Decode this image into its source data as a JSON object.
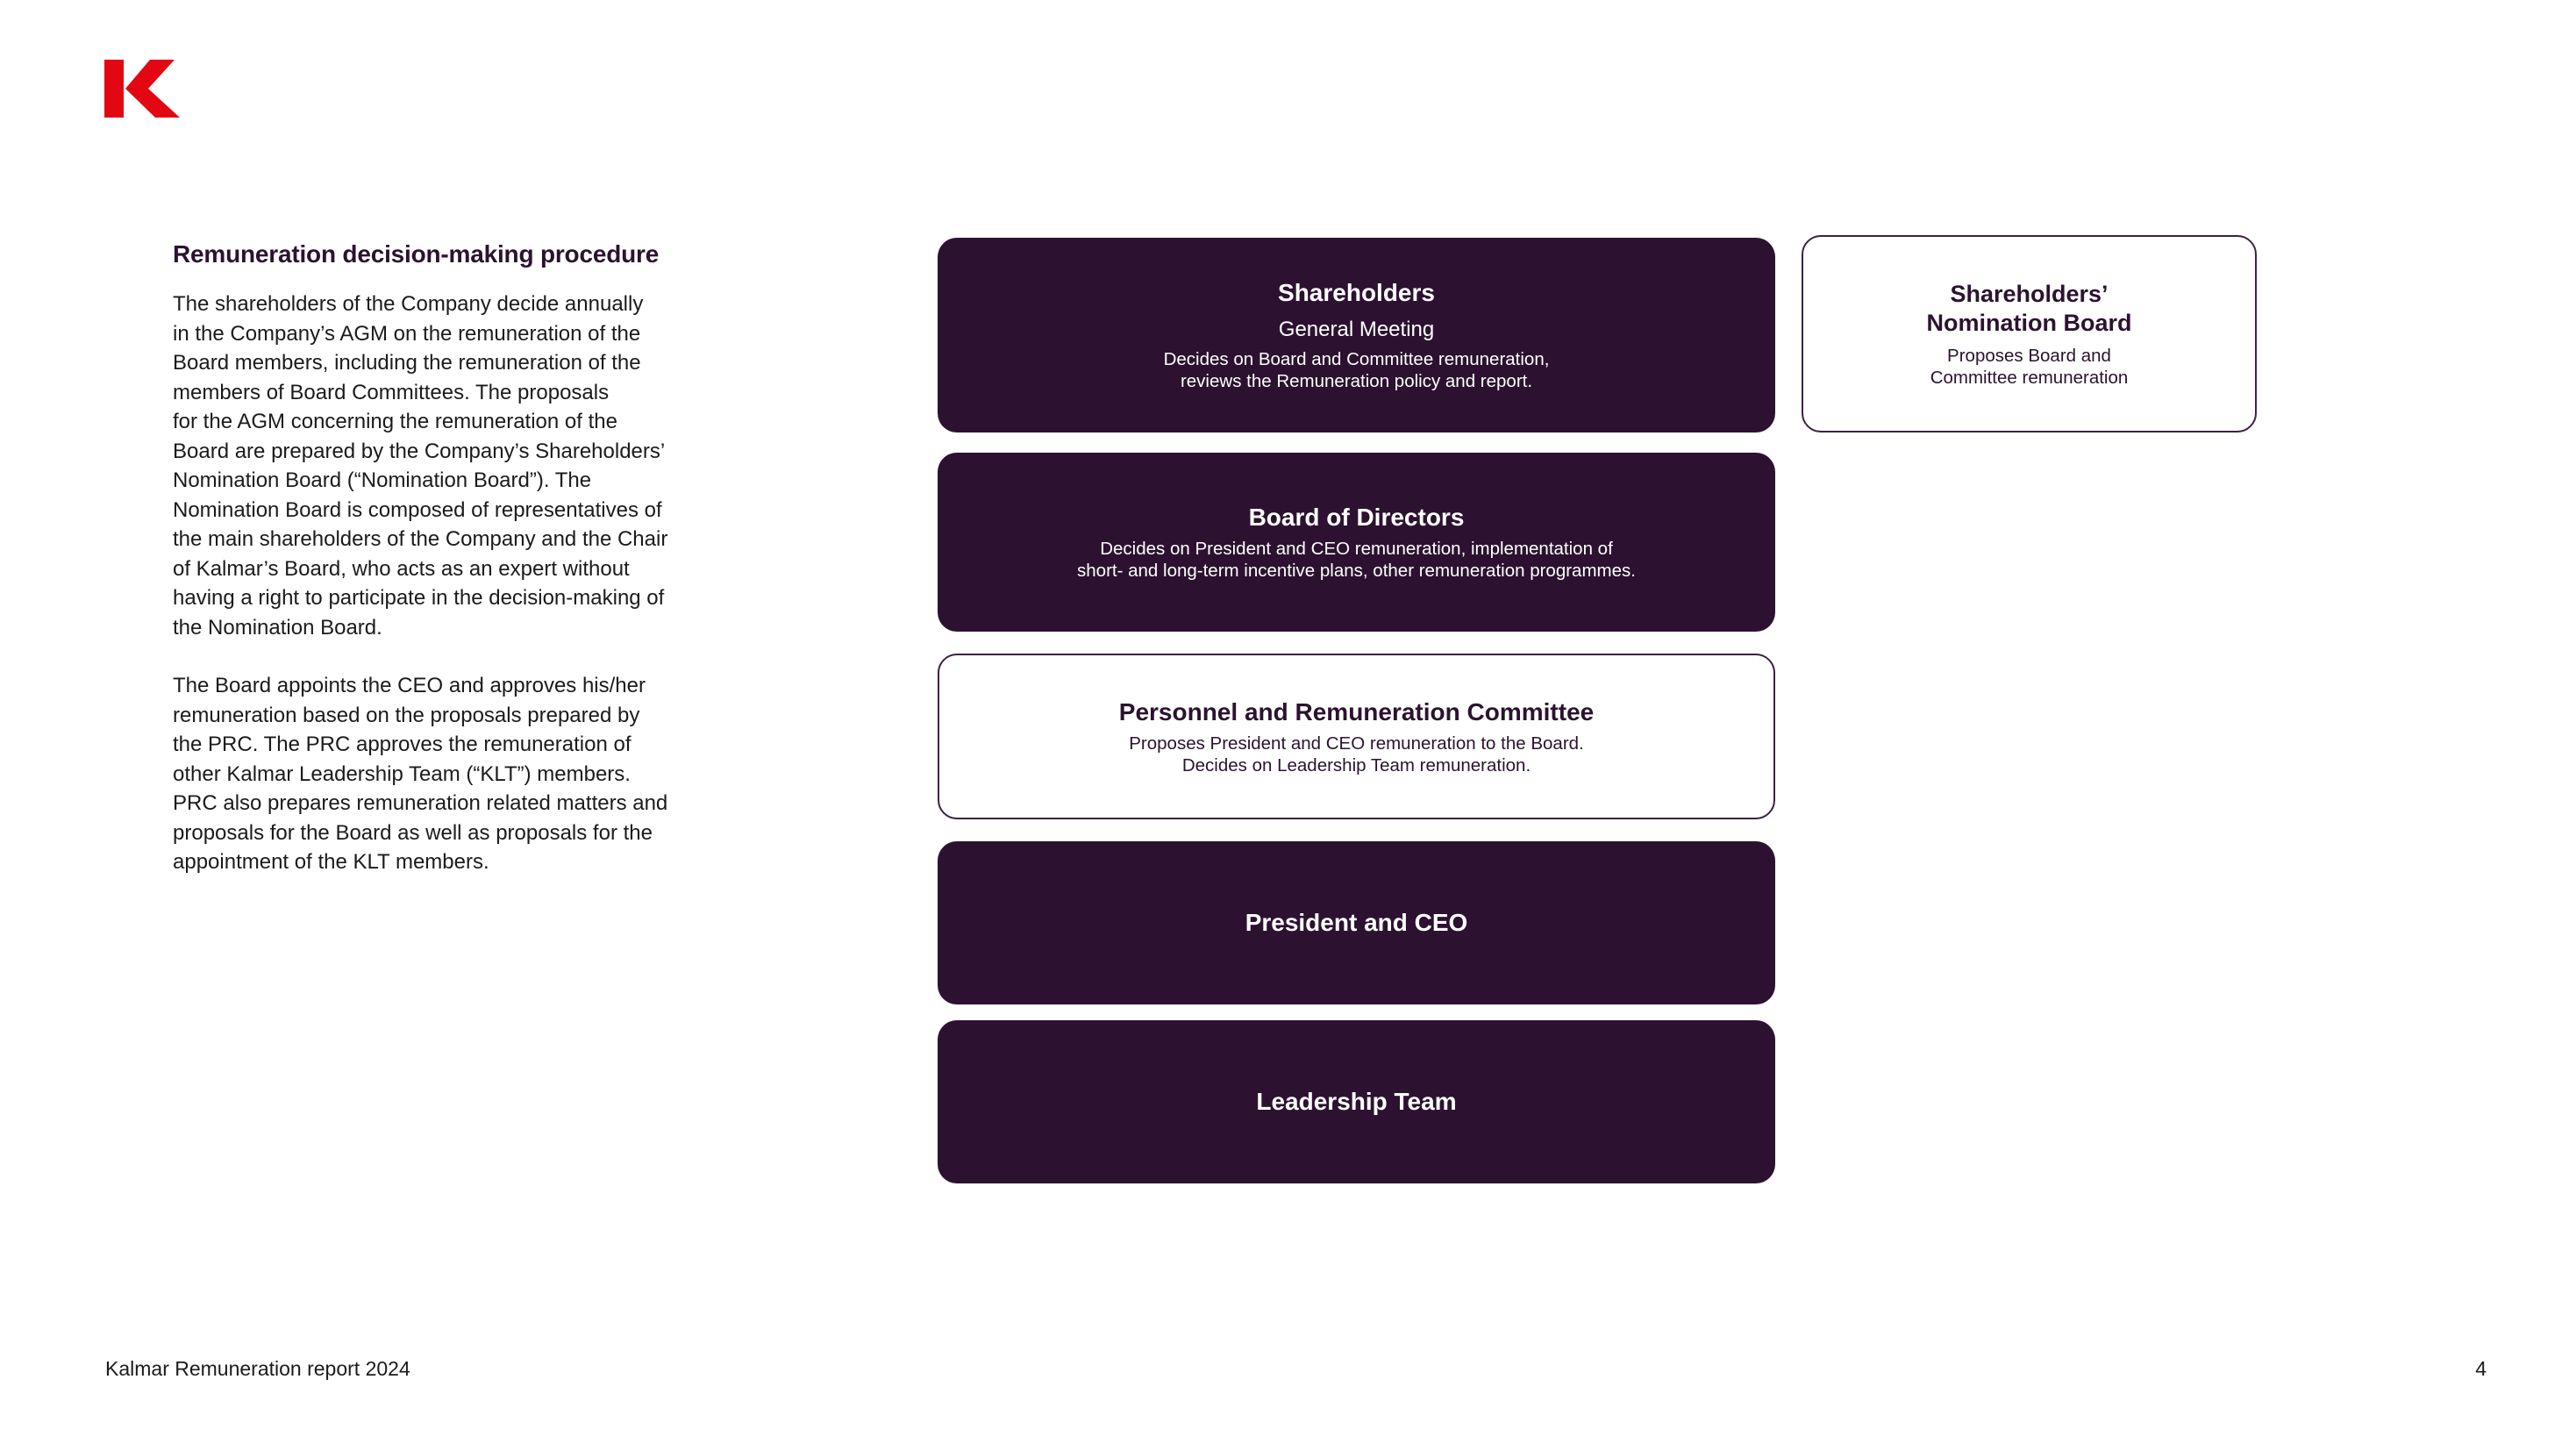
{
  "brand": {
    "logo_icon": "kalmar-k-logo",
    "logo_color": "#e30613",
    "dark_color": "#2c1230"
  },
  "intro": {
    "heading": "Remuneration decision-making procedure",
    "paragraph1": "The shareholders of the Company decide annually\nin the Company’s AGM on the remuneration of the\nBoard members, including the remuneration of the\nmembers of Board Committees. The proposals\nfor the AGM concerning the remuneration of the\nBoard are prepared by the Company’s Shareholders’\nNomination Board (“Nomination Board”). The\nNomination Board is composed of representatives of\nthe main shareholders of the Company and the Chair\nof Kalmar’s Board, who acts as an expert without\nhaving a right to participate in the decision-making of\nthe Nomination Board.",
    "paragraph2": "The Board appoints the CEO and approves his/her\nremuneration based on the proposals prepared by\nthe PRC. The PRC approves the remuneration of\nother Kalmar Leadership Team (“KLT”) members.\nPRC also prepares remuneration related matters and\nproposals for the Board as well as proposals for the\nappointment of the KLT members."
  },
  "diagram": {
    "shareholders": {
      "title": "Shareholders",
      "subtitle": "General Meeting",
      "description": "Decides on Board and Committee remuneration,\nreviews the Remuneration policy and report."
    },
    "nomination_board": {
      "title": "Shareholders’\nNomination Board",
      "description": "Proposes Board and\nCommittee remuneration"
    },
    "board_of_directors": {
      "title": "Board of Directors",
      "description": "Decides on President and CEO remuneration, implementation of\nshort- and long-term incentive plans, other remuneration programmes."
    },
    "prc": {
      "title": "Personnel and Remuneration Committee",
      "description": "Proposes President and CEO remuneration to the Board.\nDecides on Leadership Team remuneration."
    },
    "ceo": {
      "title": "President and CEO"
    },
    "leadership_team": {
      "title": "Leadership Team"
    }
  },
  "footer": {
    "report_title": "Kalmar Remuneration report 2024",
    "page_number": "4"
  }
}
